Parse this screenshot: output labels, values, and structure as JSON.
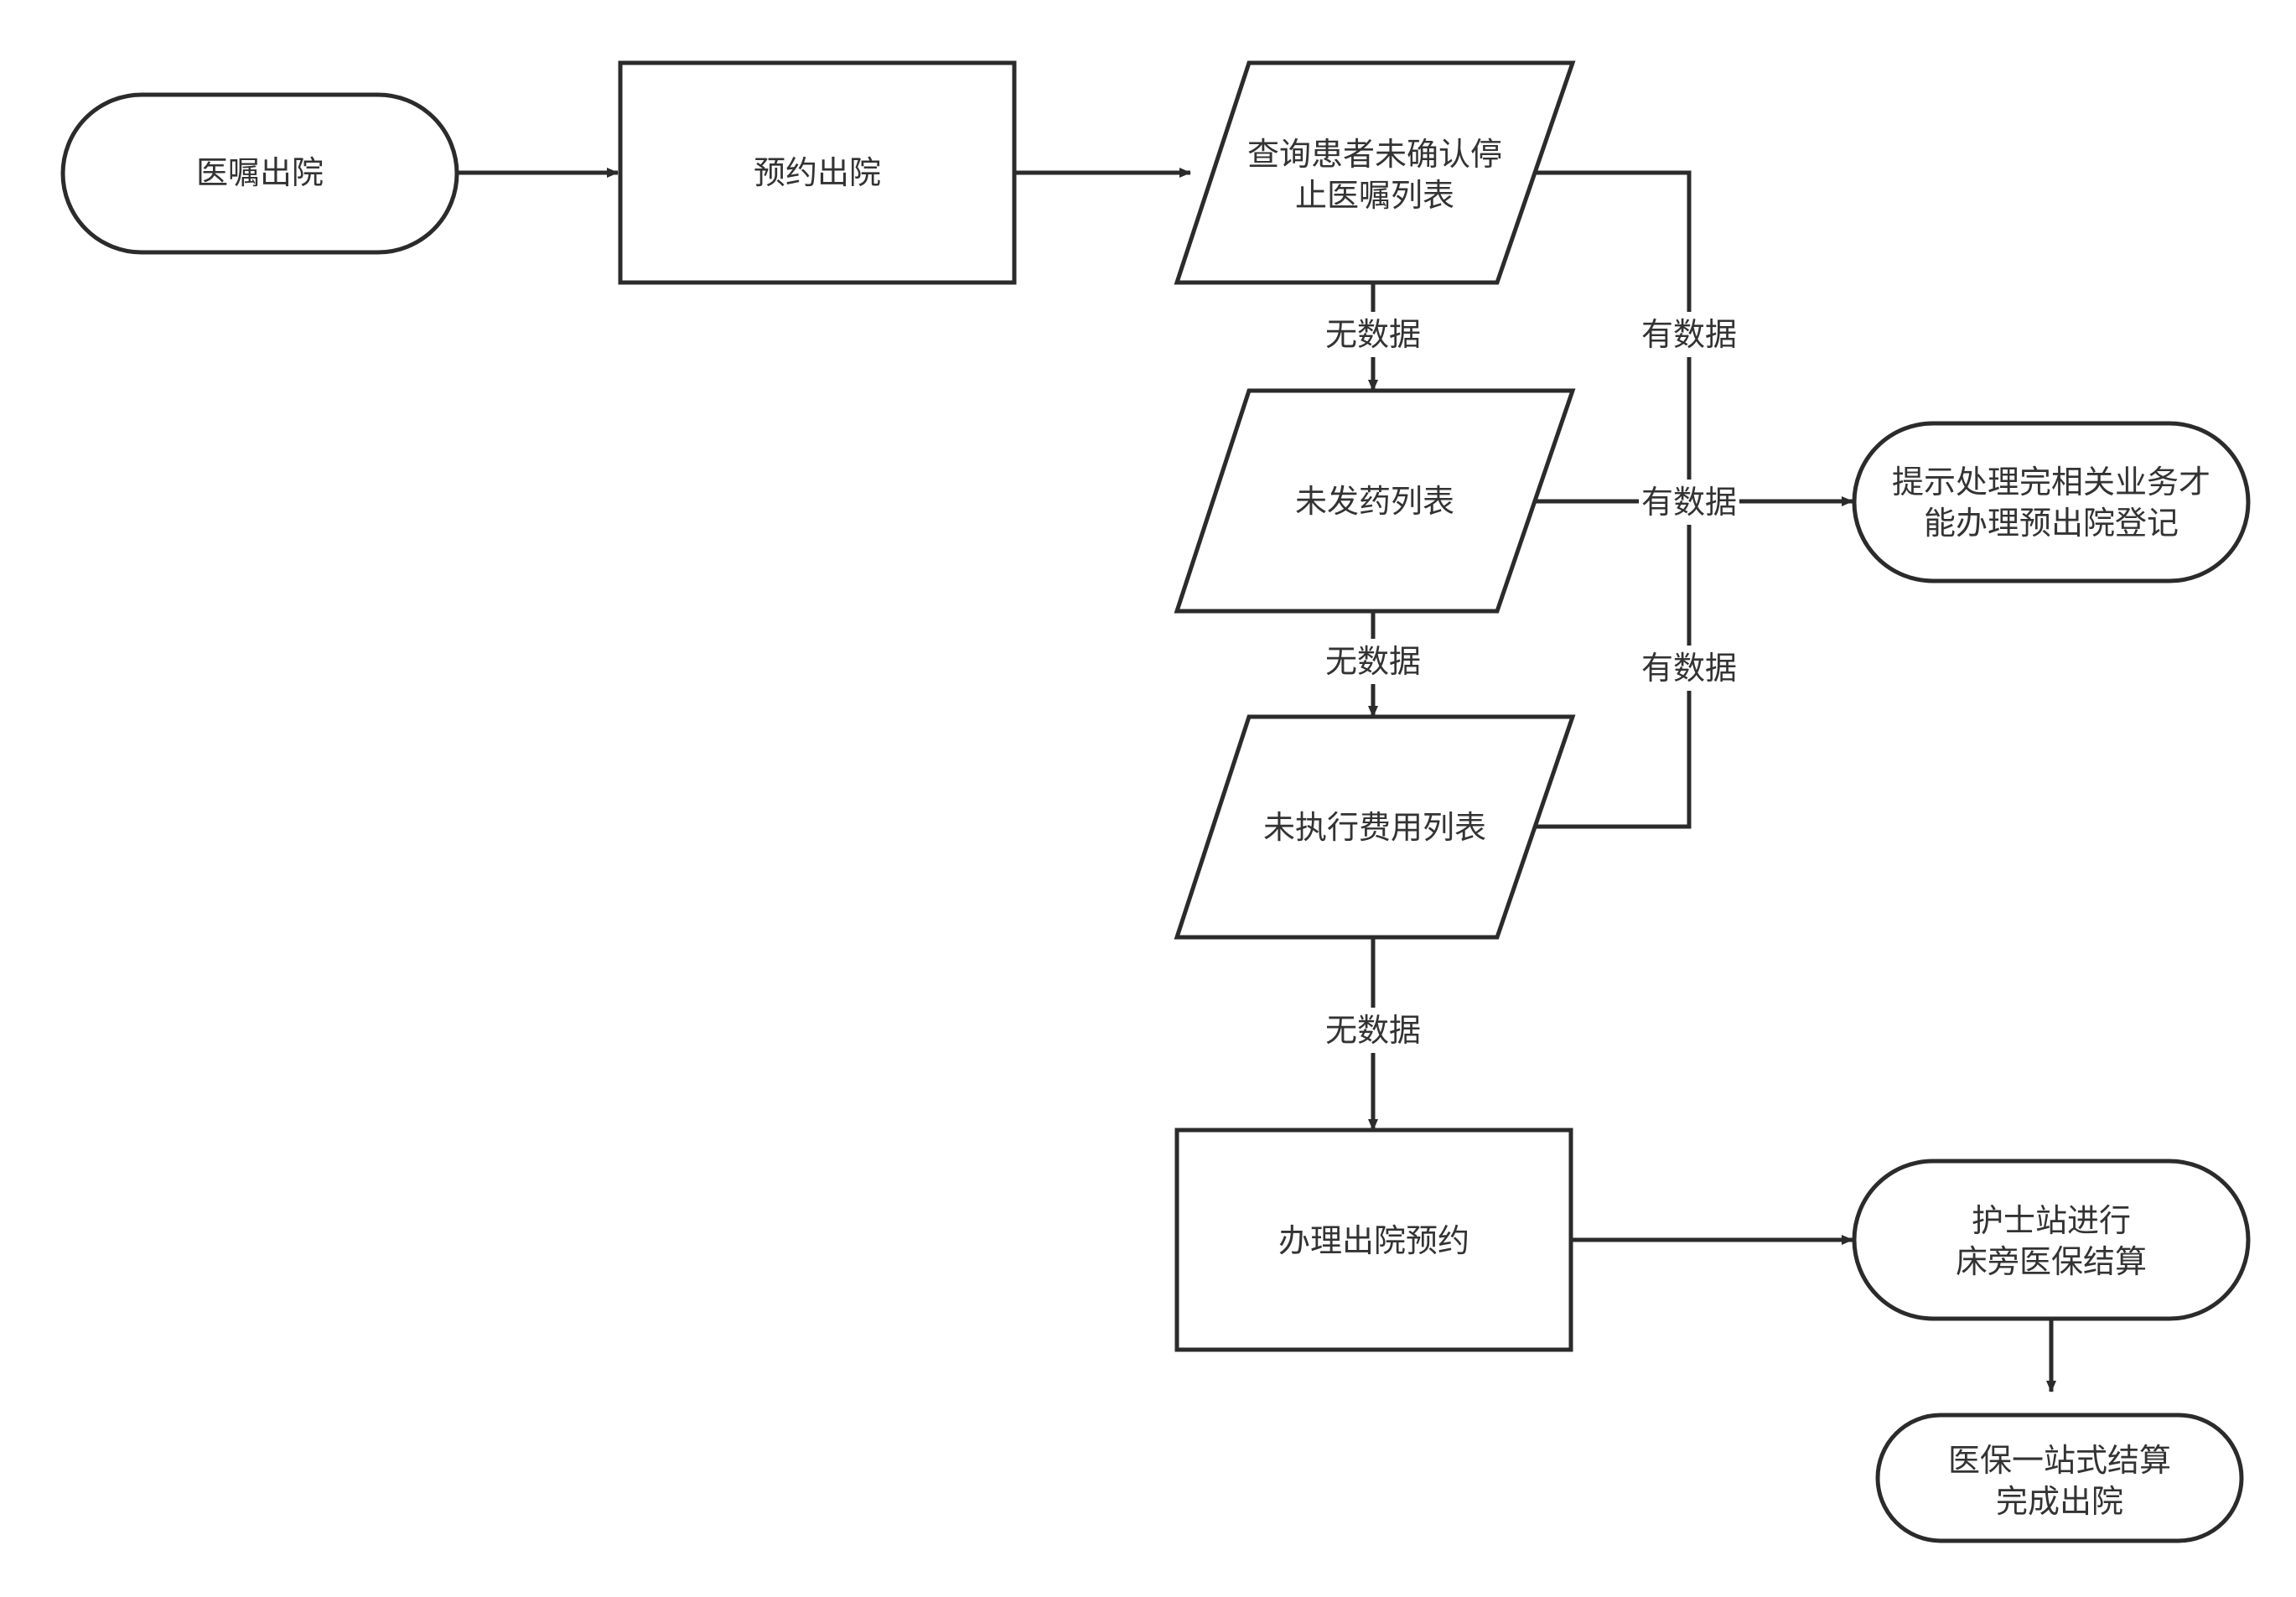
{
  "colors": {
    "stroke": "#2b2b2b",
    "text": "#333333",
    "background": "#ffffff"
  },
  "nodes": {
    "start": {
      "lines": [
        "医嘱出院"
      ]
    },
    "reserve": {
      "lines": [
        "预约出院"
      ]
    },
    "query_orders": {
      "lines": [
        "查询患者未确认停",
        "止医嘱列表"
      ]
    },
    "undispensed": {
      "lines": [
        "未发药列表"
      ]
    },
    "unexecuted_fees": {
      "lines": [
        "未执行费用列表"
      ]
    },
    "prompt": {
      "lines": [
        "提示处理完相关业务才",
        "能办理预出院登记"
      ]
    },
    "handle_reservation": {
      "lines": [
        "办理出院预约"
      ]
    },
    "nurse_settlement": {
      "lines": [
        "护士站进行",
        "床旁医保结算"
      ]
    },
    "complete": {
      "lines": [
        "医保一站式结算",
        "完成出院"
      ]
    }
  },
  "edges": {
    "no_data_1": "无数据",
    "no_data_2": "无数据",
    "no_data_3": "无数据",
    "has_data_1": "有数据",
    "has_data_2": "有数据",
    "has_data_3": "有数据"
  }
}
